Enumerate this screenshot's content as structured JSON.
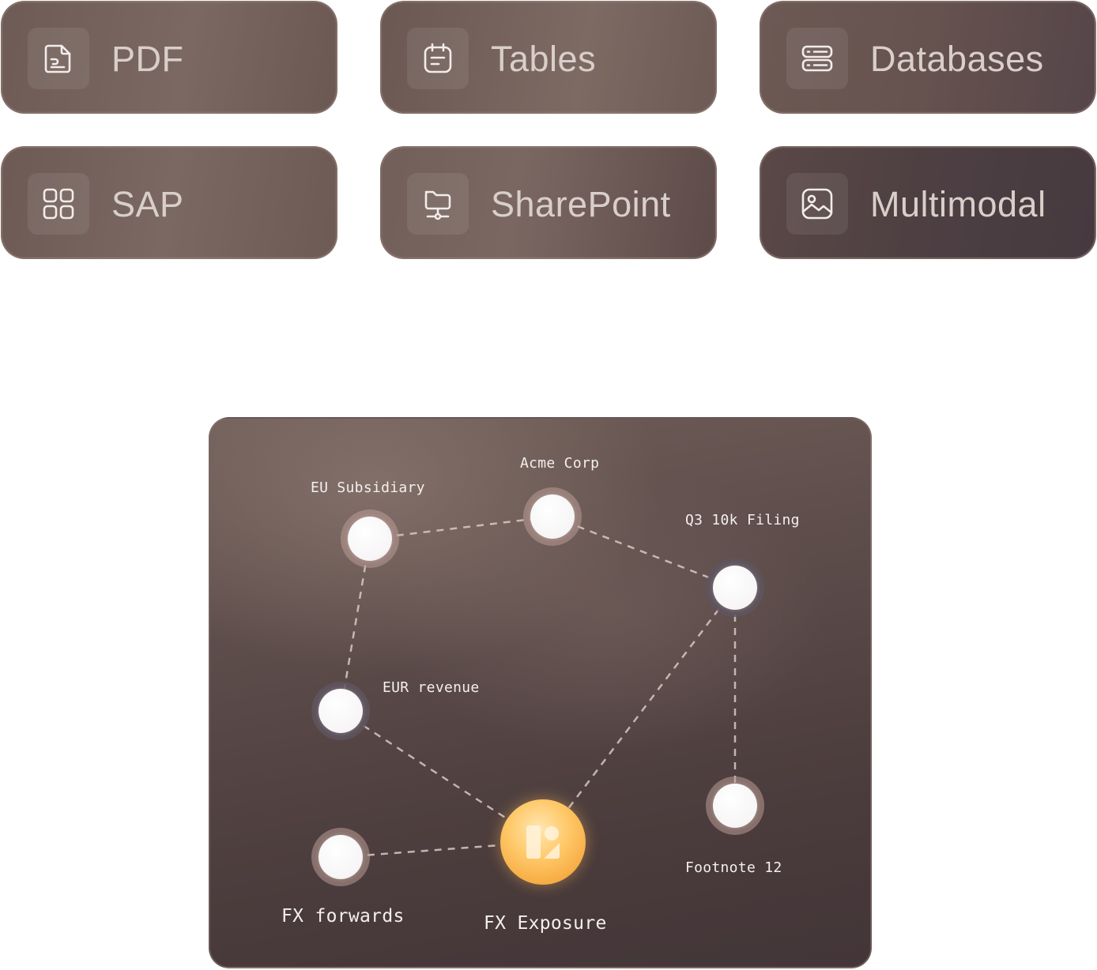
{
  "sources": [
    {
      "id": "pdf",
      "label": "PDF",
      "icon": "document-icon"
    },
    {
      "id": "tables",
      "label": "Tables",
      "icon": "clipboard-icon"
    },
    {
      "id": "databases",
      "label": "Databases",
      "icon": "server-icon"
    },
    {
      "id": "sap",
      "label": "SAP",
      "icon": "grid-icon"
    },
    {
      "id": "sharepoint",
      "label": "SharePoint",
      "icon": "folder-network-icon"
    },
    {
      "id": "multimodal",
      "label": "Multimodal",
      "icon": "image-icon"
    }
  ],
  "graph": {
    "nodes": [
      {
        "id": "eu-subsidiary",
        "label": "EU Subsidiary"
      },
      {
        "id": "acme-corp",
        "label": "Acme Corp"
      },
      {
        "id": "q3-filing",
        "label": "Q3 10k Filing"
      },
      {
        "id": "eur-revenue",
        "label": "EUR revenue"
      },
      {
        "id": "fx-forwards",
        "label": "FX forwards"
      },
      {
        "id": "fx-exposure",
        "label": "FX Exposure",
        "highlight": true
      },
      {
        "id": "footnote-12",
        "label": "Footnote 12"
      }
    ],
    "edges": [
      [
        "eu-subsidiary",
        "acme-corp"
      ],
      [
        "acme-corp",
        "q3-filing"
      ],
      [
        "eu-subsidiary",
        "eur-revenue"
      ],
      [
        "q3-filing",
        "fx-exposure"
      ],
      [
        "q3-filing",
        "footnote-12"
      ],
      [
        "eur-revenue",
        "fx-exposure"
      ],
      [
        "fx-forwards",
        "fx-exposure"
      ]
    ],
    "colors": {
      "edge": "#d8c9c4",
      "node_core": "#ffffff",
      "highlight": "#ffc96a"
    }
  }
}
